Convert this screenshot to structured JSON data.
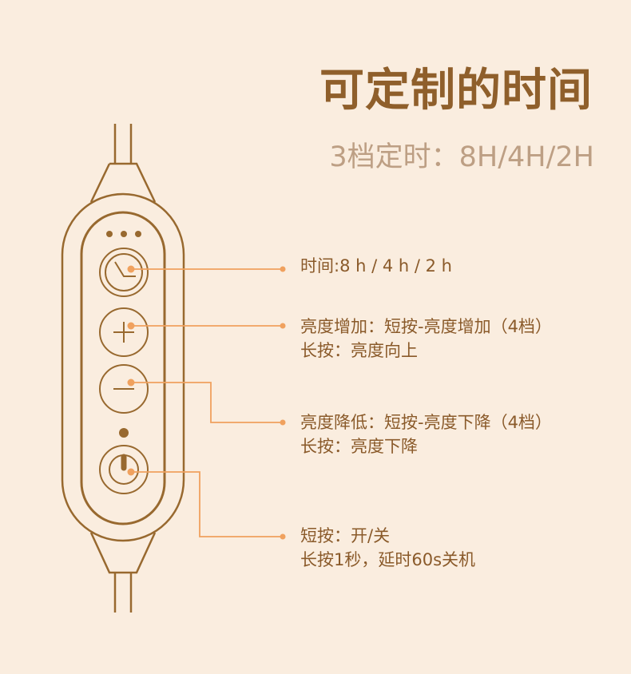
{
  "header": {
    "title": "可定制的时间",
    "subtitle": "3档定时：8H/4H/2H"
  },
  "colors": {
    "background": "#faeddf",
    "title": "#8f5f2b",
    "subtitle": "#bd9f84",
    "device_stroke": "#98692f",
    "callout_line": "#f0a15e",
    "label_text": "#8a5a2a"
  },
  "controller": {
    "buttons": [
      {
        "id": "timer",
        "icon": "clock-icon"
      },
      {
        "id": "plus",
        "icon": "plus-icon"
      },
      {
        "id": "minus",
        "icon": "minus-icon"
      },
      {
        "id": "power",
        "icon": "power-icon"
      }
    ]
  },
  "callouts": [
    {
      "button": "timer",
      "lines": [
        "时间:8 h / 4 h / 2 h"
      ]
    },
    {
      "button": "plus",
      "lines": [
        "亮度增加：短按-亮度增加（4档）",
        "长按：亮度向上"
      ]
    },
    {
      "button": "minus",
      "lines": [
        "亮度降低：短按-亮度下降（4档）",
        "长按：亮度下降"
      ]
    },
    {
      "button": "power",
      "lines": [
        "短按：开/关",
        "长按1秒，延时60s关机"
      ]
    }
  ]
}
